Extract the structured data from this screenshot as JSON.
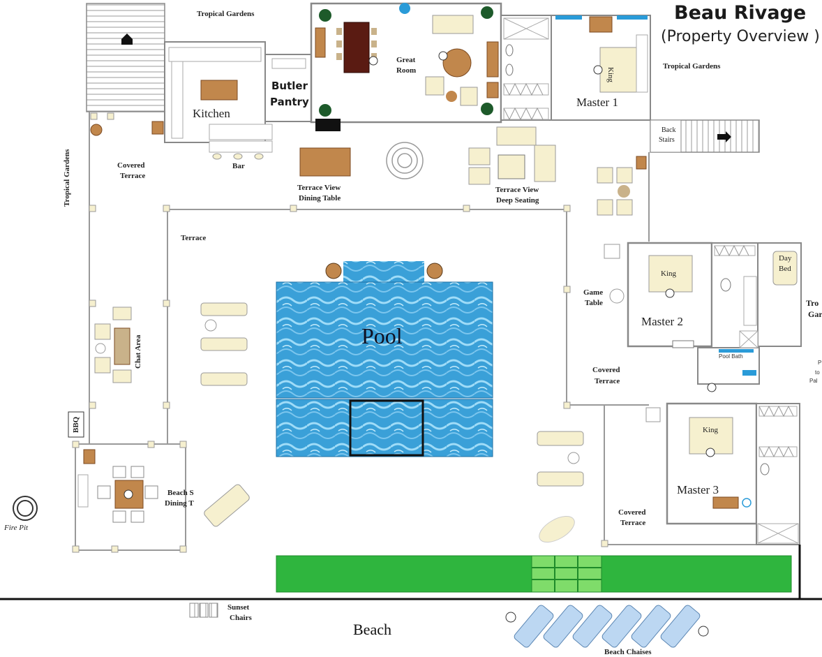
{
  "title": "Beau Rivage",
  "subtitle": "(Property Overview )",
  "rooms": {
    "kitchen": "Kitchen",
    "butler_pantry_line1": "Butler",
    "butler_pantry_line2": "Pantry",
    "great_room_line1": "Great",
    "great_room_line2": "Room",
    "master1": "Master 1",
    "master2": "Master 2",
    "master3": "Master 3",
    "pool": "Pool",
    "beach": "Beach",
    "bar": "Bar",
    "terrace": "Terrace",
    "covered_terrace_left_1": "Covered",
    "covered_terrace_left_2": "Terrace",
    "covered_terrace_mid_1": "Covered",
    "covered_terrace_mid_2": "Terrace",
    "covered_terrace_right_1": "Covered",
    "covered_terrace_right_2": "Terrace",
    "terrace_dining_1": "Terrace View",
    "terrace_dining_2": "Dining Table",
    "terrace_seating_1": "Terrace View",
    "terrace_seating_2": "Deep Seating",
    "tropical_gardens_top": "Tropical Gardens",
    "tropical_gardens_right": "Tropical Gardens",
    "tropical_gardens_left": "Tropical Gardens",
    "tropical_gardens_edge_1": "Tro",
    "tropical_gardens_edge_2": "Gar",
    "back_stairs_1": "Back",
    "back_stairs_2": "Stairs",
    "game_table_1": "Game",
    "game_table_2": "Table",
    "chat_area": "Chat Area",
    "bbq": "BBQ",
    "beach_dining_1": "Beach S",
    "beach_dining_2": "Dining T",
    "fire_pit": "Fire Pit",
    "sunset_chairs_1": "Sunset",
    "sunset_chairs_2": "Chairs",
    "beach_chaises": "Beach Chaises",
    "day_bed_1": "Day",
    "day_bed_2": "Bed",
    "pool_bath": "Pool Bath",
    "bed_king_1": "King",
    "bed_king_2": "King",
    "bed_king_3": "King",
    "edge_note_1": "P",
    "edge_note_2": "to",
    "edge_note_3": "Pal"
  },
  "colors": {
    "pool": "#3a9fd6",
    "pool_light": "#8fd0f2",
    "lawn": "#2fb53e",
    "lawn_light": "#7fdc6a",
    "furniture": "#f6f0cf",
    "wall": "#888888",
    "wood": "#a0522d",
    "chaise": "#bcd7f2"
  }
}
